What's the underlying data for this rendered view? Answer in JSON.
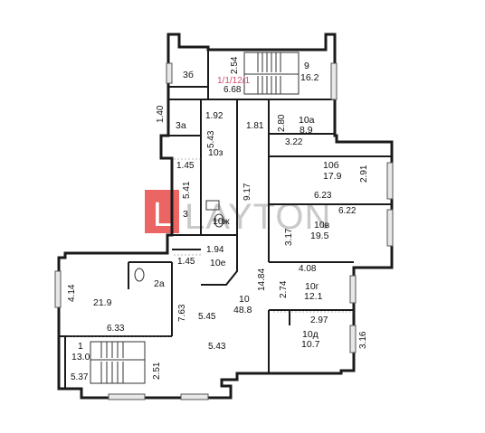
{
  "watermark": {
    "brand": "LAYTON",
    "logo_letter": "L",
    "logo_color": "#e84a4a"
  },
  "colors": {
    "wall": "#1a1a1a",
    "highlight": "#d05070"
  },
  "labels": {
    "staircase_code": "1/1/12/1",
    "room_3b": "3б",
    "room_9_num": "9",
    "room_9_area": "16.2",
    "room_10a_num": "10а",
    "room_10a_area": "8.9",
    "room_3a": "3а",
    "room_10z": "10з",
    "room_10b_num": "10б",
    "room_10b_area": "17.9",
    "room_3": "3",
    "room_10zh": "10ж",
    "room_10v_num": "10в",
    "room_10v_area": "19.5",
    "room_10e_num": "10е",
    "room_10_num": "10",
    "room_10_area": "48.8",
    "room_10g_num": "10г",
    "room_10g_area": "12.1",
    "room_10d_num": "10д",
    "room_10d_area": "10.7",
    "room_2a": "2а",
    "room_2_area": "21.9",
    "room_1_num": "1",
    "room_1_area": "13.0"
  },
  "dimensions": {
    "d_2_54": "2.54",
    "d_6_68": "6.68",
    "d_1_40": "1.40",
    "d_1_92": "1.92",
    "d_5_43_top": "5.43",
    "d_1_81": "1.81",
    "d_2_80": "2.80",
    "d_3_22": "3.22",
    "d_1_45_a": "1.45",
    "d_2_91": "2.91",
    "d_9_17": "9.17",
    "d_6_23": "6.23",
    "d_5_41": "5.41",
    "d_6_22": "6.22",
    "d_3_17": "3.17",
    "d_1_94": "1.94",
    "d_10e_area": "10е",
    "d_1_45_b": "1.45",
    "d_14_84": "14.84",
    "d_4_08": "4.08",
    "d_4_14": "4.14",
    "d_7_63": "7.63",
    "d_2_74": "2.74",
    "d_5_45": "5.45",
    "d_2_97": "2.97",
    "d_6_33": "6.33",
    "d_3_16": "3.16",
    "d_5_43_bottom": "5.43",
    "d_5_37": "5.37",
    "d_2_51": "2.51"
  }
}
